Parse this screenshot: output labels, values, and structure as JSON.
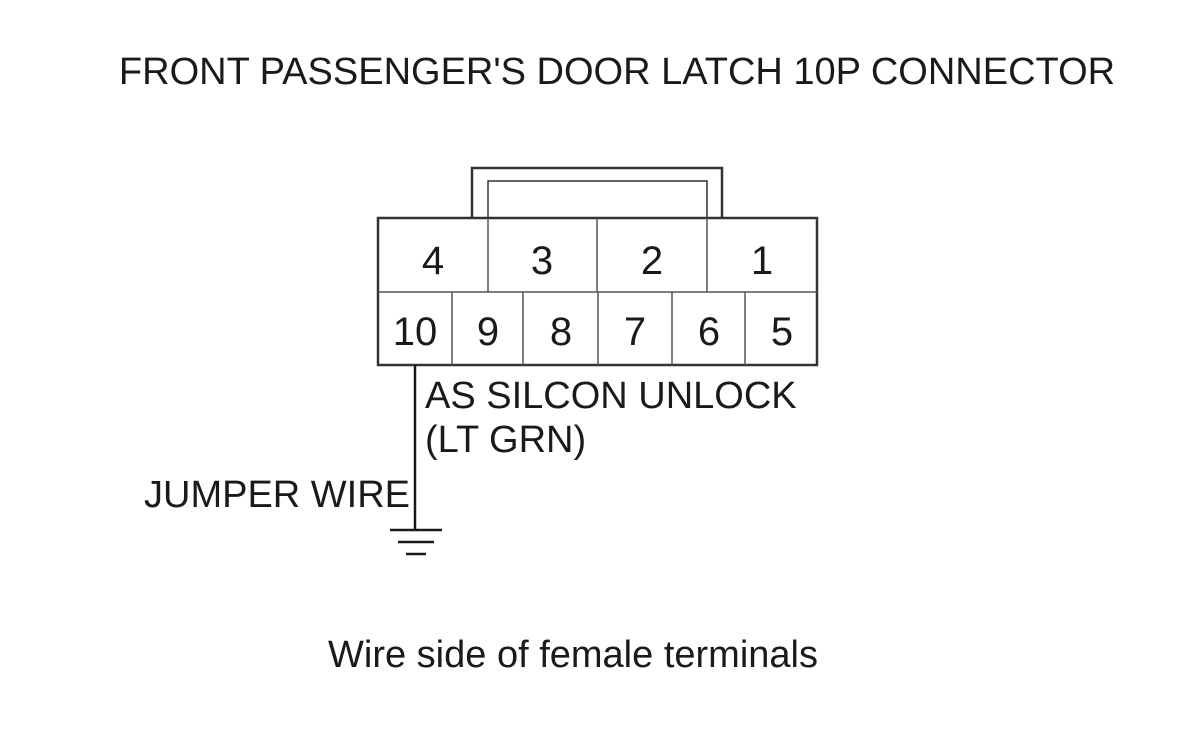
{
  "title": "FRONT PASSENGER'S DOOR LATCH 10P CONNECTOR",
  "connector": {
    "top_row": [
      "4",
      "3",
      "2",
      "1"
    ],
    "bottom_row": [
      "10",
      "9",
      "8",
      "7",
      "6",
      "5"
    ]
  },
  "wire_label": {
    "line1": "AS SILCON UNLOCK",
    "line2": "(LT GRN)"
  },
  "jumper_label": "JUMPER WIRE",
  "caption": "Wire side of female terminals",
  "ground_icon": "ground-symbol-icon"
}
